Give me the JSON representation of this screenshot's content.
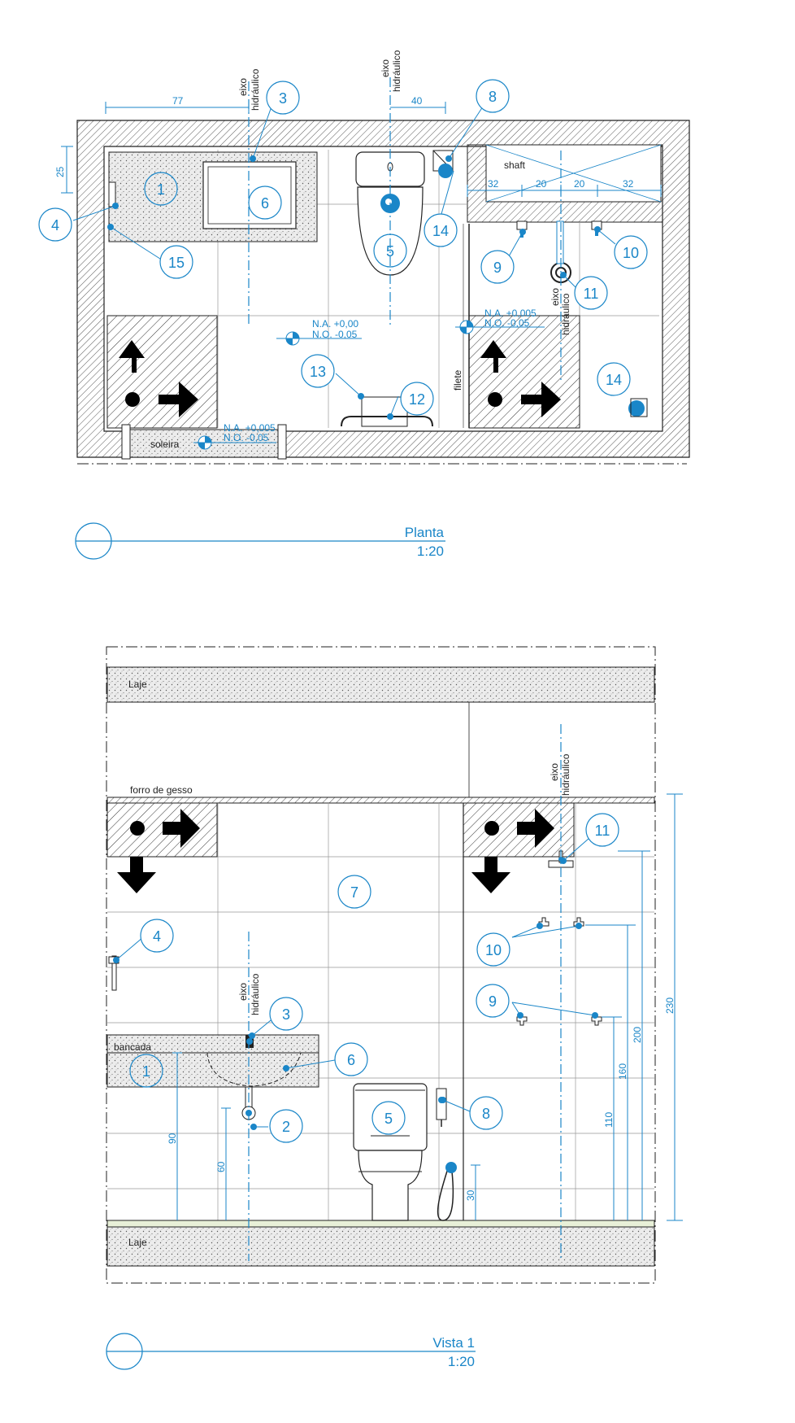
{
  "plan": {
    "title": "Planta",
    "scale": "1:20",
    "axis_label_1": "eixo",
    "axis_label_2": "hidráulico",
    "shaft_label": "shaft",
    "soleira_label": "soleira",
    "filete_label": "filete",
    "level_main_na": "N.A. +0,00",
    "level_main_no": "N.O. -0,05",
    "level_shower_na": "N.A. +0,005",
    "level_shower_no": "N.O. -0,05",
    "level_door_na": "N.A. +0,005",
    "level_door_no": "N.O. -0,05",
    "dims": [
      "77",
      "40",
      "25",
      "32",
      "20",
      "20",
      "32"
    ],
    "bubbles": [
      "1",
      "3",
      "4",
      "5",
      "6",
      "8",
      "9",
      "10",
      "11",
      "12",
      "13",
      "14",
      "14",
      "15"
    ]
  },
  "view": {
    "title": "Vista 1",
    "scale": "1:20",
    "laje_label": "Laje",
    "forro_label": "forro de gesso",
    "bancada_label": "bancada",
    "axis_label_1": "eixo",
    "axis_label_2": "hidráulico",
    "dims": [
      "90",
      "60",
      "30",
      "110",
      "160",
      "200",
      "230"
    ],
    "bubbles": [
      "1",
      "2",
      "3",
      "4",
      "5",
      "6",
      "7",
      "8",
      "9",
      "10",
      "11"
    ]
  },
  "colors": {
    "accent": "#1a86c8",
    "line": "#222222"
  }
}
